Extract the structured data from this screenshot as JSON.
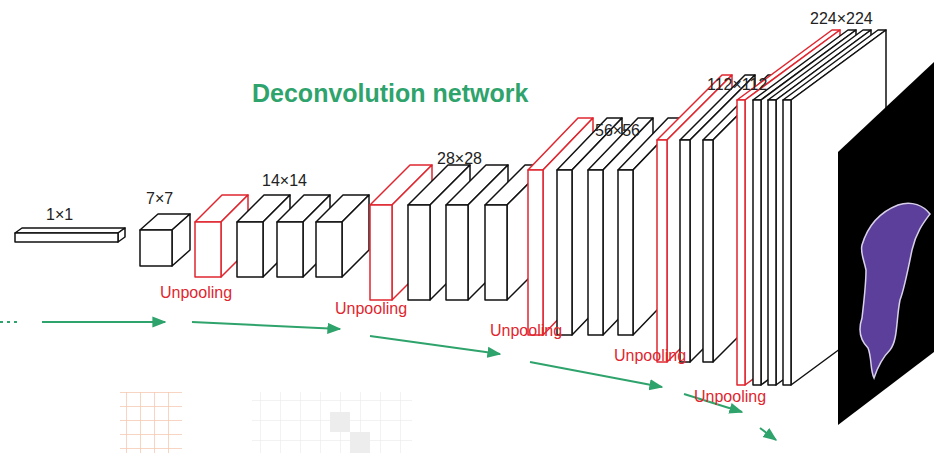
{
  "diagram": {
    "title": "Deconvolution network",
    "labels": [
      "1×1",
      "7×7",
      "Unpooling",
      "14×14",
      "Unpooling",
      "28×28",
      "Unpooling",
      "56×56",
      "Unpooling",
      "112×112",
      "Unpooling",
      "224×224"
    ]
  }
}
